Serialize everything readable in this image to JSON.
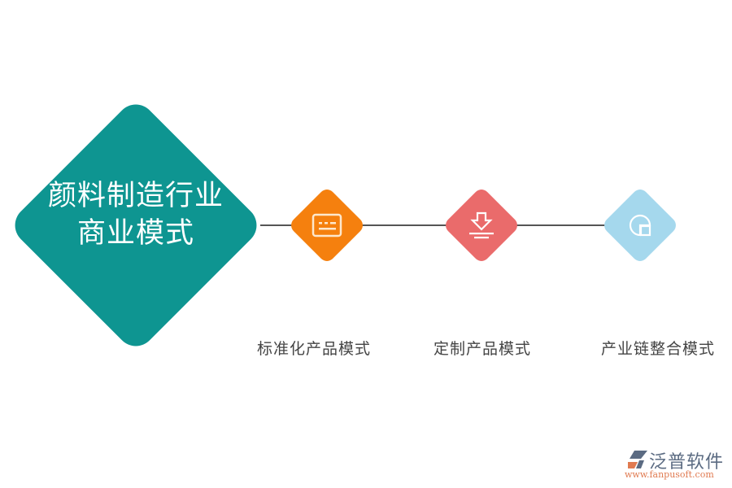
{
  "diagram": {
    "central": {
      "line1": "颜料制造行业",
      "line2": "商业模式",
      "color": "#0e9591"
    },
    "connector_color": "#555555",
    "nodes": [
      {
        "label": "标准化产品模式",
        "icon": "id-card-icon",
        "color": "#f5800e"
      },
      {
        "label": "定制产品模式",
        "icon": "download-icon",
        "color": "#ea6b6b"
      },
      {
        "label": "产业链整合模式",
        "icon": "pie-chart-icon",
        "color": "#a5d8ed"
      }
    ]
  },
  "watermark": {
    "name": "泛普软件",
    "url": "www.fanpusoft.com"
  }
}
